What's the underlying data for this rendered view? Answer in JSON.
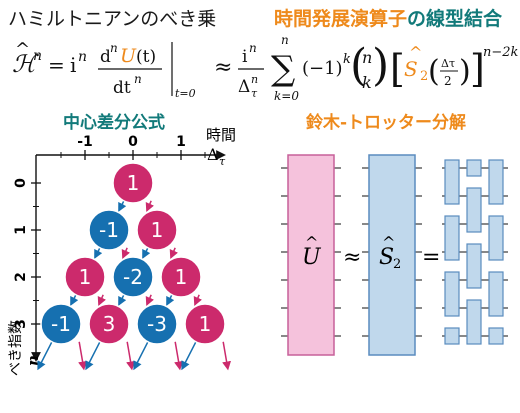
{
  "header": {
    "title_left": "ハミルトニアンのべき乗",
    "title_right_part1": "時間発展演算子",
    "title_right_part2": "の",
    "title_right_part3": "線型結合"
  },
  "formula": {
    "lhs_H": "ℋ",
    "lhs_hat": "^",
    "lhs_sup_n": "n",
    "eq": "=",
    "i": "i",
    "i_sup": "n",
    "d_num": "d",
    "d_num_sup": "n",
    "U": "U",
    "U_arg": "(t)",
    "d_den": "dt",
    "d_den_sup": "n",
    "eval_sub": "t=0",
    "approx": "≈",
    "i2": "i",
    "i2_sup": "n",
    "delta": "Δ",
    "delta_sub": "τ",
    "delta_sup": "n",
    "sum": "∑",
    "sum_top": "n",
    "sum_bottom": "k=0",
    "minus1": "(−1)",
    "minus1_sup": "k",
    "binom_top": "n",
    "binom_bottom": "k",
    "S": "S",
    "S_sub": "2",
    "frac_top": "Δτ",
    "frac_bottom": "2",
    "power": "n−2k"
  },
  "left_diagram": {
    "title": "中心差分公式",
    "x_axis_label": "時間",
    "x_axis_symbol": "Δ",
    "x_axis_symbol_sub": "τ",
    "x_ticks": [
      "-1",
      "0",
      "1"
    ],
    "y_ticks": [
      "0",
      "1",
      "2",
      "3"
    ],
    "y_axis_label": "べき指数",
    "y_axis_symbol": "n",
    "nodes": [
      {
        "row": 0,
        "x": 0,
        "label": "1",
        "color": "magenta"
      },
      {
        "row": 1,
        "x": -0.5,
        "label": "-1",
        "color": "blue"
      },
      {
        "row": 1,
        "x": 0.5,
        "label": "1",
        "color": "magenta"
      },
      {
        "row": 2,
        "x": -1,
        "label": "1",
        "color": "magenta"
      },
      {
        "row": 2,
        "x": 0,
        "label": "-2",
        "color": "blue"
      },
      {
        "row": 2,
        "x": 1,
        "label": "1",
        "color": "magenta"
      },
      {
        "row": 3,
        "x": -1.5,
        "label": "-1",
        "color": "blue"
      },
      {
        "row": 3,
        "x": -0.5,
        "label": "3",
        "color": "magenta"
      },
      {
        "row": 3,
        "x": 0.5,
        "label": "-3",
        "color": "blue"
      },
      {
        "row": 3,
        "x": 1.5,
        "label": "1",
        "color": "magenta"
      }
    ]
  },
  "right_diagram": {
    "title": "鈴木-トロッター分解",
    "U_label": "U",
    "approx": "≈",
    "S_label": "S",
    "S_sub": "2",
    "eq": "="
  },
  "colors": {
    "magenta": "#cc2a6c",
    "blue": "#1670b0",
    "teal": "#127a7a",
    "orange": "#ee8a1c",
    "pink_box": "#f5c2dc",
    "pink_border": "#c7609a",
    "lightblue_box": "#c0d8ec",
    "blue_border": "#5a8cbf"
  }
}
